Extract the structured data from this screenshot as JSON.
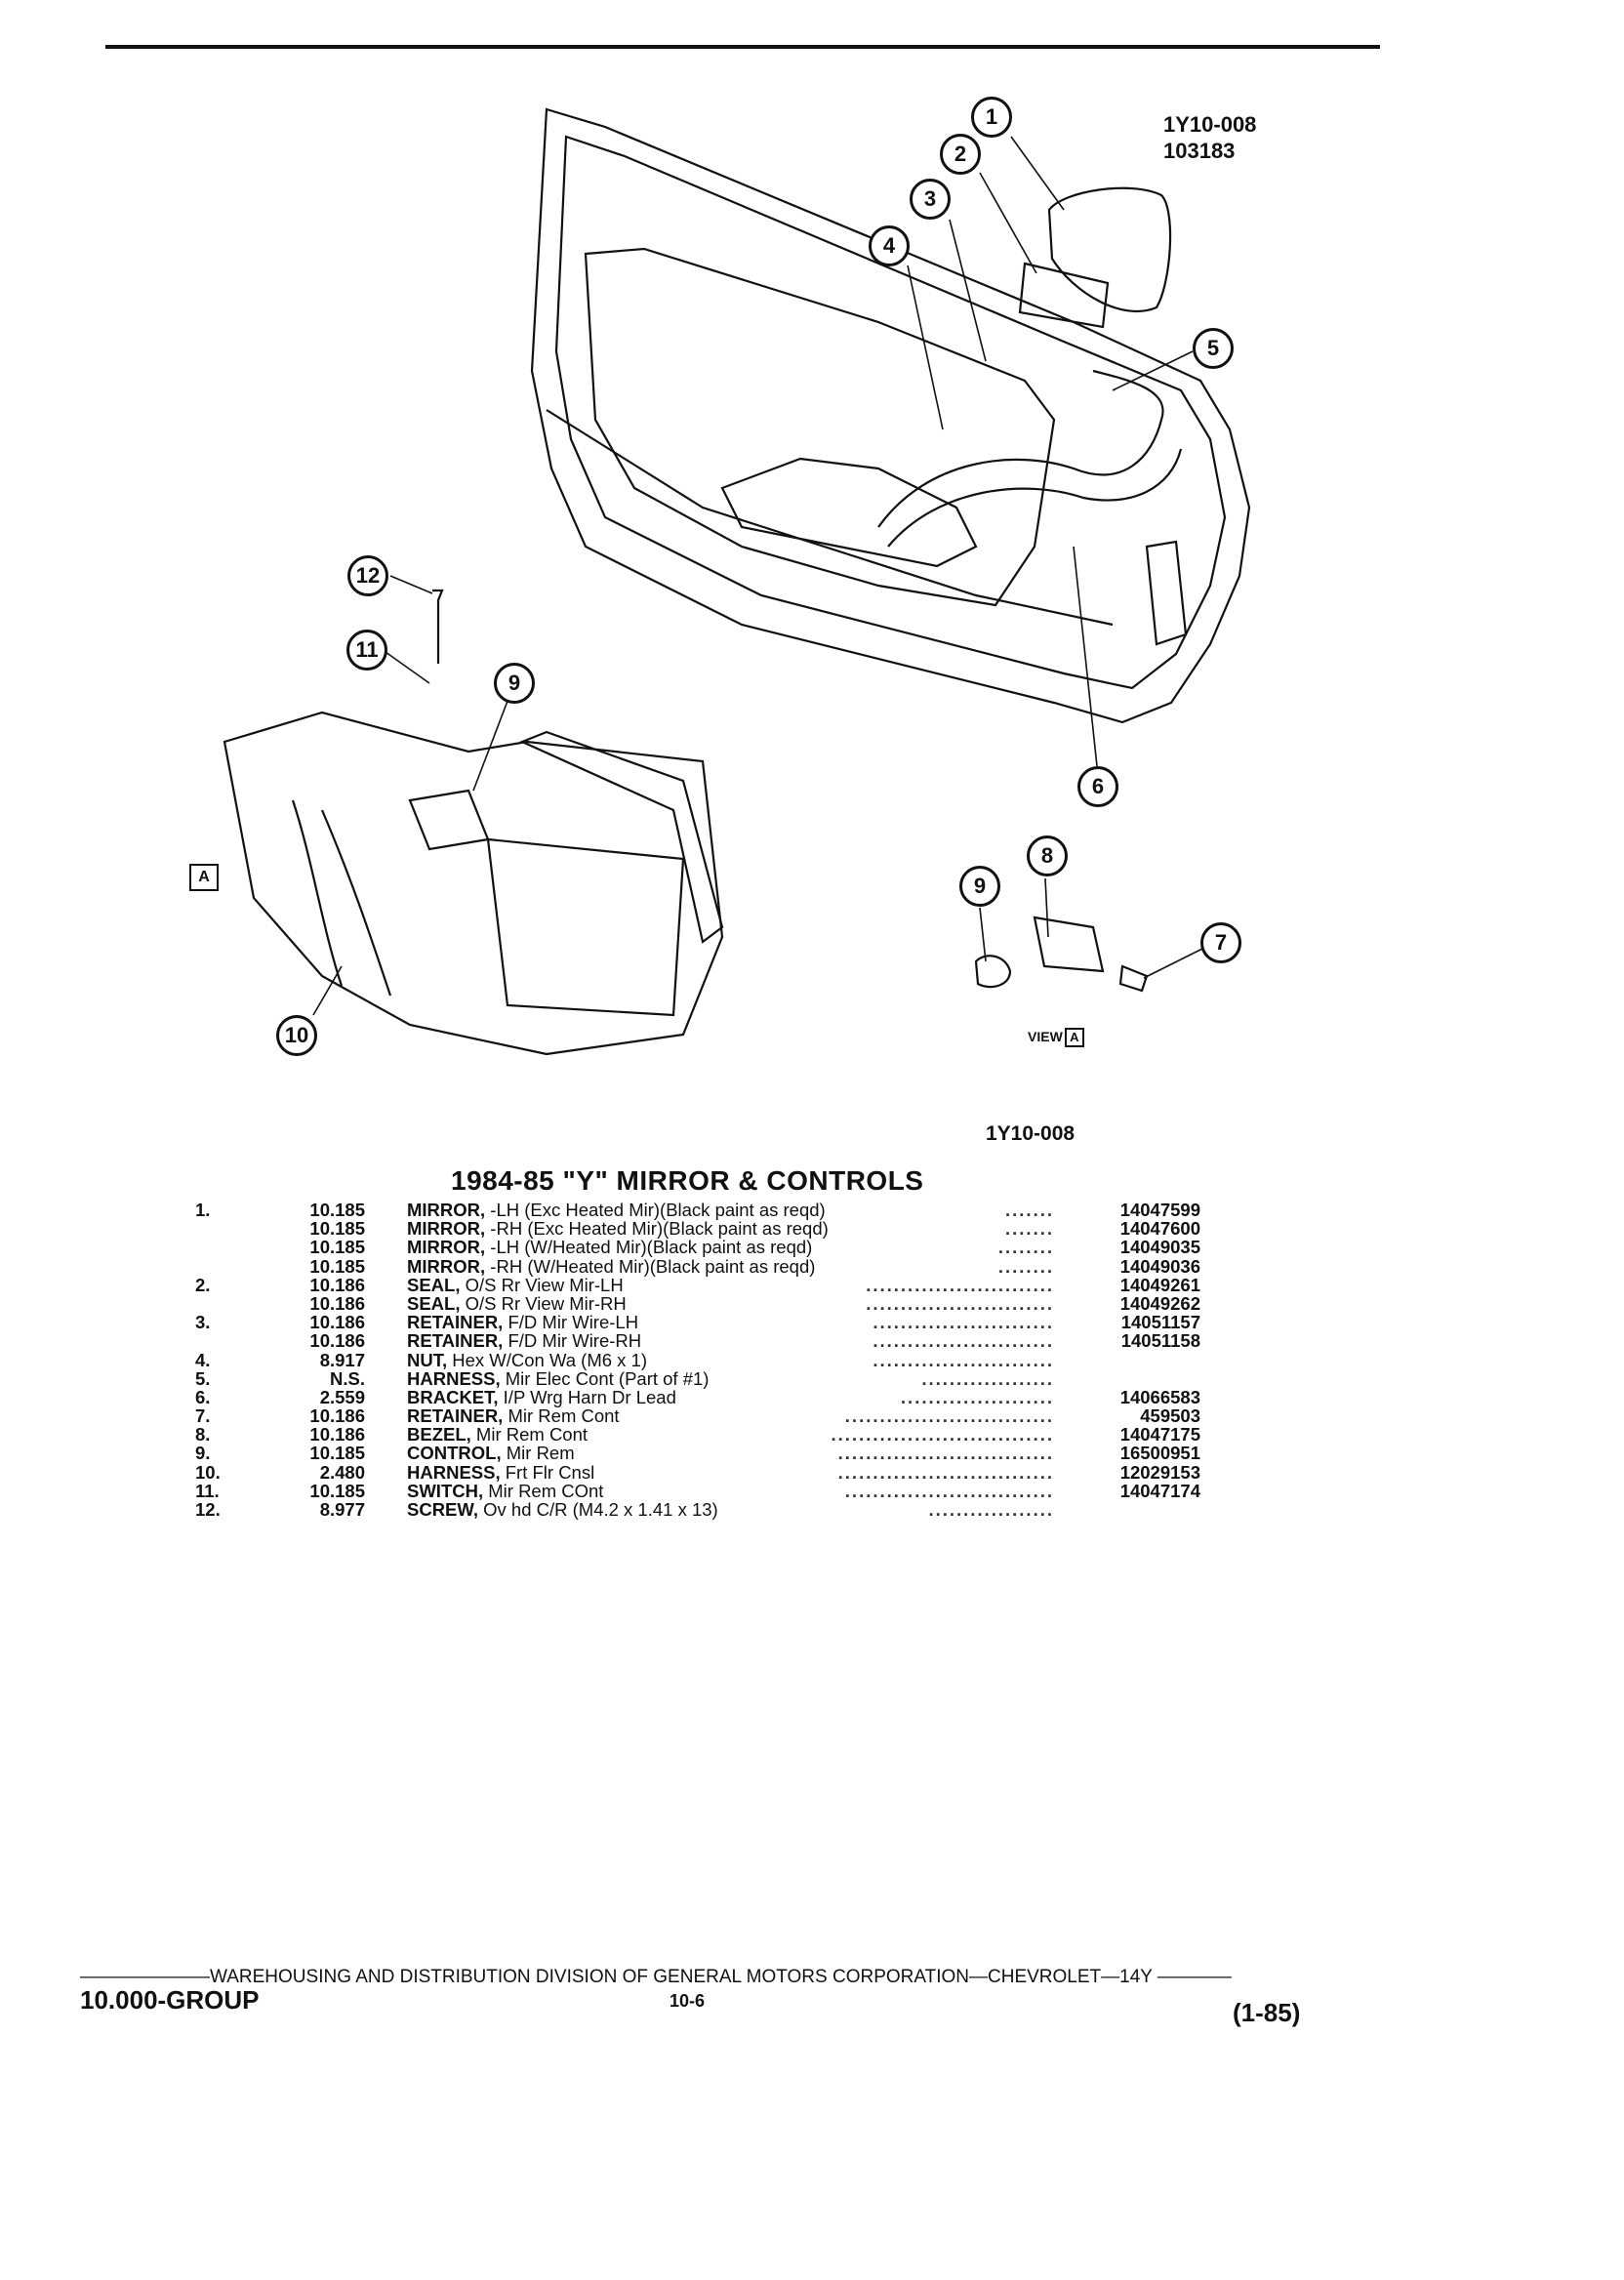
{
  "header": {
    "ref_line1": "1Y10-008",
    "ref_line2": "103183"
  },
  "diagram": {
    "callouts": [
      "1",
      "2",
      "3",
      "4",
      "5",
      "6",
      "7",
      "8",
      "9",
      "10",
      "11",
      "12",
      "9"
    ],
    "view_label": "VIEW",
    "view_letter": "A",
    "arrow_letter": "A",
    "caption": "1Y10-008"
  },
  "section_title": "1984-85 \"Y\" MIRROR & CONTROLS",
  "parts": [
    {
      "num": "1.",
      "grp": "10.185",
      "name": "MIRROR,",
      "detail": " -LH (Exc Heated Mir)(Black paint as reqd)",
      "dots": ".......",
      "pn": "14047599"
    },
    {
      "num": "",
      "grp": "10.185",
      "name": "MIRROR,",
      "detail": " -RH (Exc Heated Mir)(Black paint as reqd)",
      "dots": ".......",
      "pn": "14047600"
    },
    {
      "num": "",
      "grp": "10.185",
      "name": "MIRROR,",
      "detail": " -LH (W/Heated Mir)(Black paint as reqd)",
      "dots": "........",
      "pn": "14049035"
    },
    {
      "num": "",
      "grp": "10.185",
      "name": "MIRROR,",
      "detail": " -RH (W/Heated Mir)(Black paint as reqd)",
      "dots": "........",
      "pn": "14049036"
    },
    {
      "num": "2.",
      "grp": "10.186",
      "name": "SEAL,",
      "detail": " O/S Rr View Mir-LH",
      "dots": "...........................",
      "pn": "14049261"
    },
    {
      "num": "",
      "grp": "10.186",
      "name": "SEAL,",
      "detail": " O/S Rr View Mir-RH",
      "dots": "...........................",
      "pn": "14049262"
    },
    {
      "num": "3.",
      "grp": "10.186",
      "name": "RETAINER,",
      "detail": " F/D Mir Wire-LH",
      "dots": "..........................",
      "pn": "14051157"
    },
    {
      "num": "",
      "grp": "10.186",
      "name": "RETAINER,",
      "detail": " F/D Mir Wire-RH",
      "dots": "..........................",
      "pn": "14051158"
    },
    {
      "num": "4.",
      "grp": "8.917",
      "name": "NUT,",
      "detail": " Hex W/Con Wa (M6 x 1)",
      "dots": "..........................",
      "pn": ""
    },
    {
      "num": "5.",
      "grp": "N.S.",
      "name": "HARNESS,",
      "detail": " Mir Elec Cont (Part of #1)",
      "dots": "...................",
      "pn": ""
    },
    {
      "num": "6.",
      "grp": "2.559",
      "name": "BRACKET,",
      "detail": " I/P Wrg Harn Dr Lead",
      "dots": "......................",
      "pn": "14066583"
    },
    {
      "num": "7.",
      "grp": "10.186",
      "name": "RETAINER,",
      "detail": " Mir Rem Cont",
      "dots": "..............................",
      "pn": "459503"
    },
    {
      "num": "8.",
      "grp": "10.186",
      "name": "BEZEL,",
      "detail": " Mir Rem Cont",
      "dots": "................................",
      "pn": "14047175"
    },
    {
      "num": "9.",
      "grp": "10.185",
      "name": "CONTROL,",
      "detail": " Mir Rem",
      "dots": "...............................",
      "pn": "16500951"
    },
    {
      "num": "10.",
      "grp": "2.480",
      "name": "HARNESS,",
      "detail": " Frt Flr Cnsl",
      "dots": "...............................",
      "pn": "12029153"
    },
    {
      "num": "11.",
      "grp": "10.185",
      "name": "SWITCH,",
      "detail": " Mir Rem COnt",
      "dots": "..............................",
      "pn": "14047174"
    },
    {
      "num": "12.",
      "grp": "8.977",
      "name": "SCREW,",
      "detail": " Ov hd C/R (M4.2 x 1.41 x 13)",
      "dots": "..................",
      "pn": ""
    }
  ],
  "footer": {
    "line": "———————WAREHOUSING AND DISTRIBUTION DIVISION OF GENERAL MOTORS CORPORATION—CHEVROLET—14Y ————",
    "group": "10.000-GROUP",
    "page": "10-6",
    "date": "(1-85)"
  }
}
